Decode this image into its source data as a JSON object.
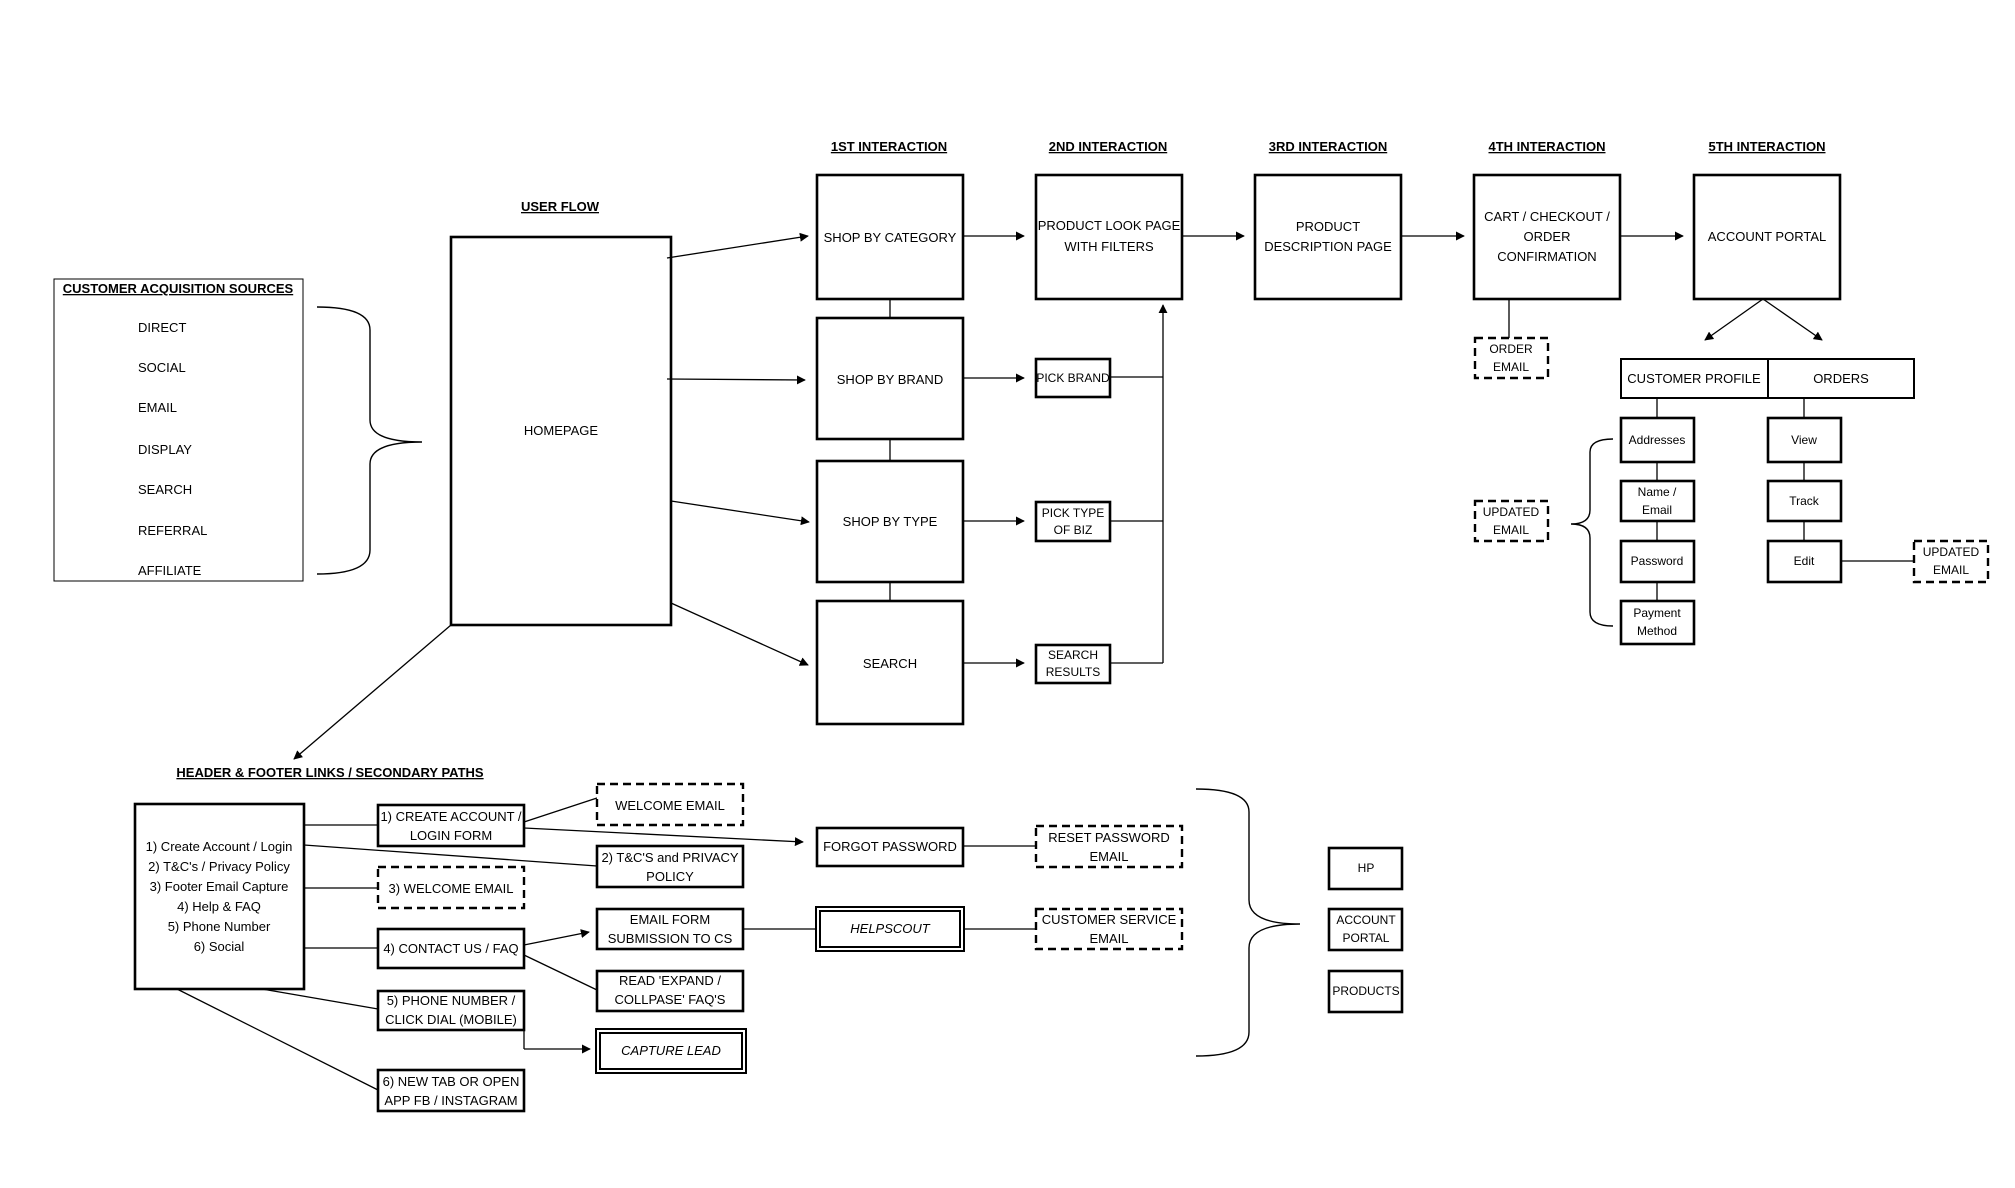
{
  "headers": {
    "user_flow": "USER FLOW",
    "interaction_1": "1ST INTERACTION",
    "interaction_2": "2ND INTERACTION",
    "interaction_3": "3RD INTERACTION",
    "interaction_4": "4TH INTERACTION",
    "interaction_5": "5TH INTERACTION",
    "secondary": "HEADER & FOOTER LINKS / SECONDARY PATHS "
  },
  "sources": {
    "title": "CUSTOMER ACQUISITION SOURCES ",
    "items": [
      "DIRECT",
      "SOCIAL",
      "EMAIL",
      "DISPLAY",
      "SEARCH",
      "REFERRAL",
      "AFFILIATE"
    ]
  },
  "homepage": "HOMEPAGE",
  "first": [
    "SHOP BY CATEGORY",
    "SHOP BY BRAND",
    "SHOP BY TYPE",
    "SEARCH"
  ],
  "second": {
    "product_look": [
      "PRODUCT LOOK PAGE",
      "WITH FILTERS"
    ],
    "pick_brand": "PICK BRAND",
    "pick_type": [
      "PICK TYPE",
      "OF BIZ"
    ],
    "search_results": [
      "SEARCH",
      "RESULTS"
    ]
  },
  "third": [
    "PRODUCT",
    "DESCRIPTION PAGE"
  ],
  "fourth": [
    "CART / CHECKOUT /",
    "ORDER",
    "CONFIRMATION"
  ],
  "order_email": [
    "ORDER",
    "EMAIL"
  ],
  "fifth": "ACCOUNT PORTAL",
  "customer_profile": "CUSTOMER PROFILE",
  "orders": "ORDERS",
  "profile_items": {
    "addresses": "Addresses",
    "name_email": [
      "Name /",
      "Email"
    ],
    "password": "Password",
    "payment": [
      "Payment",
      "Method"
    ]
  },
  "order_items": {
    "view": "View",
    "track": "Track",
    "edit": "Edit"
  },
  "updated_email": [
    "UPDATED",
    "EMAIL"
  ],
  "secondary": {
    "main_list": [
      "1) Create Account / Login",
      "2) T&C's / Privacy Policy",
      "3) Footer Email Capture",
      "4) Help & FAQ",
      "5) Phone Number",
      "6) Social"
    ],
    "create_account": [
      "1) CREATE ACCOUNT /",
      "LOGIN FORM"
    ],
    "welcome_email_top": "WELCOME EMAIL",
    "tc_privacy": [
      "2) T&C'S and PRIVACY",
      "POLICY"
    ],
    "welcome_email_3": "3) WELCOME EMAIL",
    "forgot_password": "FORGOT PASSWORD",
    "reset_password": [
      "RESET PASSWORD",
      "EMAIL"
    ],
    "contact_us": "4) CONTACT US / FAQ",
    "email_form": [
      "EMAIL FORM",
      "SUBMISSION TO CS"
    ],
    "helpscout": "HELPSCOUT",
    "customer_service": [
      "CUSTOMER SERVICE",
      "EMAIL"
    ],
    "read_expand": [
      "READ 'EXPAND /",
      "COLLPASE' FAQ'S"
    ],
    "phone_number": [
      "5) PHONE NUMBER /",
      "CLICK DIAL (MOBILE)"
    ],
    "capture_lead": "CAPTURE LEAD",
    "new_tab": [
      "6) NEW TAB OR OPEN",
      "APP FB /  INSTAGRAM"
    ]
  },
  "destinations": {
    "hp": "HP",
    "account_portal": [
      "ACCOUNT",
      "PORTAL"
    ],
    "products": "PRODUCTS"
  }
}
